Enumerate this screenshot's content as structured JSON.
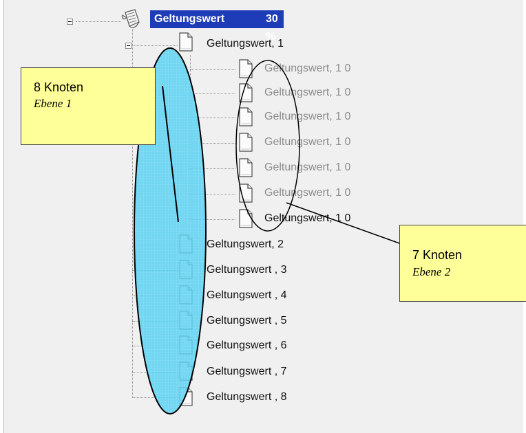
{
  "tree": {
    "root": {
      "label": "Geltungswert",
      "badge": "30 %",
      "icon": "scroll-icon"
    },
    "level1": [
      "Geltungswert, 1",
      "Geltungswert, 2",
      "Geltungswert , 3",
      "Geltungswert , 4",
      "Geltungswert , 5",
      "Geltungswert , 6",
      "Geltungswert , 7",
      "Geltungswert , 8"
    ],
    "level2": [
      "Geltungswert, 1 0",
      "Geltungswert, 1 0",
      "Geltungswert, 1 0",
      "Geltungswert, 1 0",
      "Geltungswert, 1 0",
      "Geltungswert, 1 0",
      "Geltungswert, 1 0"
    ],
    "item_icon": "document-icon"
  },
  "annotations": {
    "level1": {
      "count": "8 Knoten",
      "level": "Ebene 1"
    },
    "level2": {
      "count": "7 Knoten",
      "level": "Ebene 2"
    }
  },
  "colors": {
    "selection": "#1f3cb8",
    "note_fill": "#ffff99",
    "highlight_fill": "#5ad1f2"
  }
}
